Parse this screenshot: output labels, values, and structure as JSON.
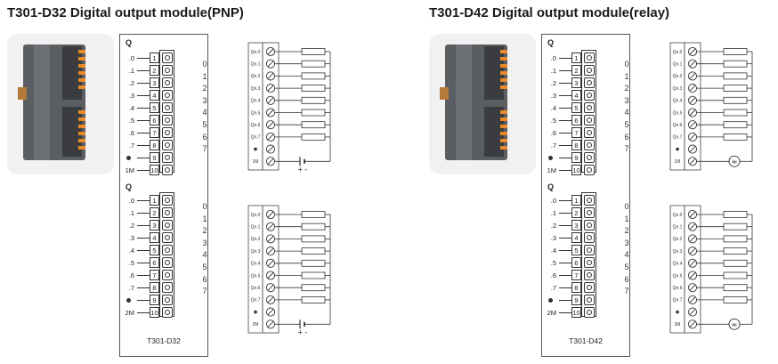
{
  "modules": [
    {
      "title": "T301-D32 Digital output module(PNP)",
      "model": "T301-D32",
      "load_type": "dc",
      "groups": [
        {
          "header": "Q",
          "rows": [
            {
              "label": ".0",
              "num": "1"
            },
            {
              "label": ".1",
              "num": "2"
            },
            {
              "label": ".2",
              "num": "3"
            },
            {
              "label": ".3",
              "num": "4"
            },
            {
              "label": ".4",
              "num": "5"
            },
            {
              "label": ".5",
              "num": "6"
            },
            {
              "label": ".6",
              "num": "7"
            },
            {
              "label": ".7",
              "num": "8"
            },
            {
              "label": "",
              "num": "9"
            },
            {
              "label": "1M",
              "num": "10"
            }
          ]
        },
        {
          "header": "Q",
          "rows": [
            {
              "label": ".0",
              "num": "1"
            },
            {
              "label": ".1",
              "num": "2"
            },
            {
              "label": ".2",
              "num": "3"
            },
            {
              "label": ".3",
              "num": "4"
            },
            {
              "label": ".4",
              "num": "5"
            },
            {
              "label": ".5",
              "num": "6"
            },
            {
              "label": ".6",
              "num": "7"
            },
            {
              "label": ".7",
              "num": "8"
            },
            {
              "label": "",
              "num": "9"
            },
            {
              "label": "2M",
              "num": "10"
            }
          ]
        }
      ],
      "leds": [
        "0",
        "1",
        "2",
        "3",
        "4",
        "5",
        "6",
        "7"
      ],
      "wiring": [
        {
          "terminals": [
            "Qn.0",
            "Qn.1",
            "Qn.2",
            "Qn.3",
            "Qn.4",
            "Qn.5",
            "Qn.6",
            "Qn.7",
            "",
            "1M"
          ],
          "supply_sign": "+ -"
        },
        {
          "terminals": [
            "Qn.0",
            "Qn.1",
            "Qn.2",
            "Qn.3",
            "Qn.4",
            "Qn.5",
            "Qn.6",
            "Qn.7",
            "",
            "2M"
          ],
          "supply_sign": "+ -"
        }
      ]
    },
    {
      "title": "T301-D42 Digital output module(relay)",
      "model": "T301-D42",
      "load_type": "ac",
      "groups": [
        {
          "header": "Q",
          "rows": [
            {
              "label": ".0",
              "num": "1"
            },
            {
              "label": ".1",
              "num": "2"
            },
            {
              "label": ".2",
              "num": "3"
            },
            {
              "label": ".3",
              "num": "4"
            },
            {
              "label": ".4",
              "num": "5"
            },
            {
              "label": ".5",
              "num": "6"
            },
            {
              "label": ".6",
              "num": "7"
            },
            {
              "label": ".7",
              "num": "8"
            },
            {
              "label": "",
              "num": "9"
            },
            {
              "label": "1M",
              "num": "10"
            }
          ]
        },
        {
          "header": "Q",
          "rows": [
            {
              "label": ".0",
              "num": "1"
            },
            {
              "label": ".1",
              "num": "2"
            },
            {
              "label": ".2",
              "num": "3"
            },
            {
              "label": ".3",
              "num": "4"
            },
            {
              "label": ".4",
              "num": "5"
            },
            {
              "label": ".5",
              "num": "6"
            },
            {
              "label": ".6",
              "num": "7"
            },
            {
              "label": ".7",
              "num": "8"
            },
            {
              "label": "",
              "num": "9"
            },
            {
              "label": "2M",
              "num": "10"
            }
          ]
        }
      ],
      "leds": [
        "0",
        "1",
        "2",
        "3",
        "4",
        "5",
        "6",
        "7"
      ],
      "wiring": [
        {
          "terminals": [
            "Qn.0",
            "Qn.1",
            "Qn.2",
            "Qn.3",
            "Qn.4",
            "Qn.5",
            "Qn.6",
            "Qn.7",
            "",
            "1M"
          ],
          "supply_sign": "≈"
        },
        {
          "terminals": [
            "Qn.0",
            "Qn.1",
            "Qn.2",
            "Qn.3",
            "Qn.4",
            "Qn.5",
            "Qn.6",
            "Qn.7",
            "",
            "2M"
          ],
          "supply_sign": "≈"
        }
      ]
    }
  ]
}
